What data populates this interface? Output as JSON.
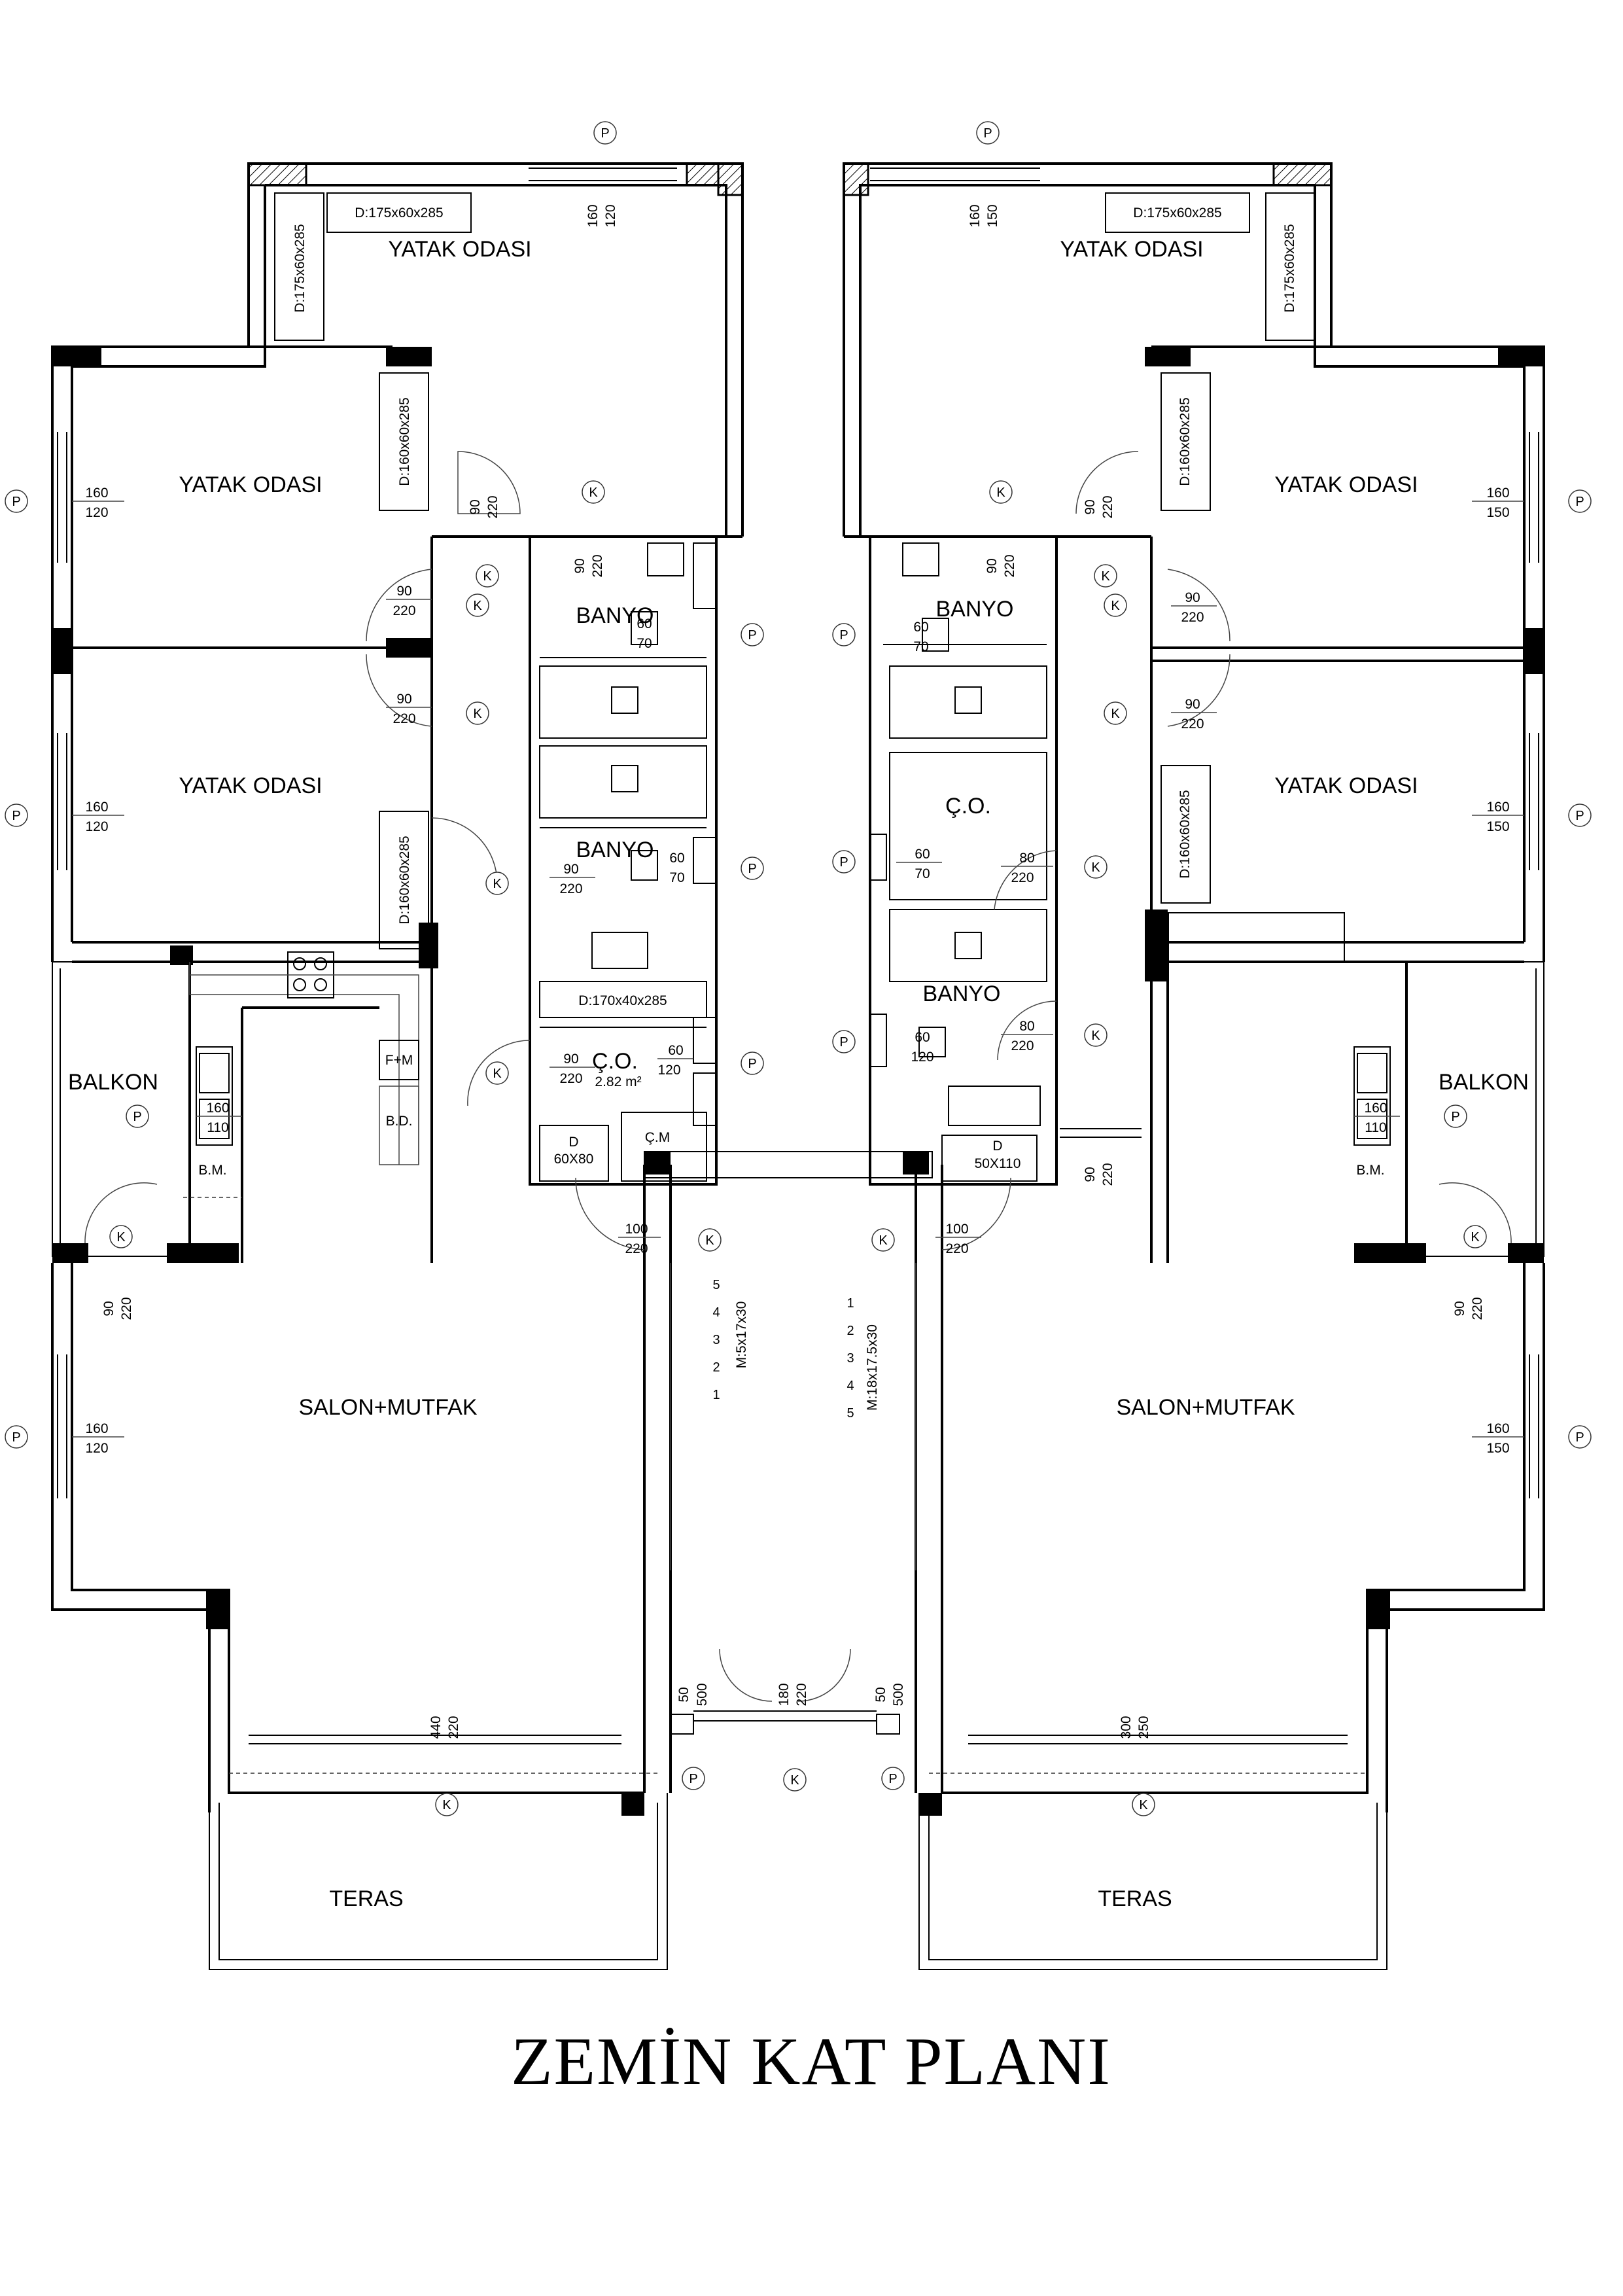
{
  "title": "ZEMİN KAT PLANI",
  "rooms": {
    "left_top_bed": "YATAK ODASI",
    "left_bed_1": "YATAK ODASI",
    "left_bed_2": "YATAK ODASI",
    "left_balcony": "BALKON",
    "left_living": "SALON+MUTFAK",
    "left_terrace": "TERAS",
    "left_bath_1": "BANYO",
    "left_bath_2": "BANYO",
    "left_wc": "Ç.O.",
    "right_top_bed": "YATAK ODASI",
    "right_bed_1": "YATAK ODASI",
    "right_bed_2": "YATAK ODASI",
    "right_balcony": "BALKON",
    "right_living": "SALON+MUTFAK",
    "right_terrace": "TERAS",
    "right_bath_1": "BANYO",
    "right_bath_2": "BANYO",
    "right_wc": "Ç.O."
  },
  "notes": {
    "wardrobe_175_h": "D:175x60x285",
    "wardrobe_175_v": "D:175x60x285",
    "wardrobe_160": "D:160x60x285",
    "wardrobe_170": "D:170x40x285",
    "area": "2.82 m²",
    "fm": "F+M",
    "bd": "B.D.",
    "bm": "B.M.",
    "cm": "Ç.M",
    "d_label": "D",
    "d_60x80": "60X80",
    "d_50x110": "50X110",
    "stair_left": "M:5x17x30",
    "stair_right": "M:18x17.5x30"
  },
  "markers": {
    "window": "P",
    "door": "K"
  },
  "dims": {
    "d160": "160",
    "d150": "150",
    "d120": "120",
    "d110": "110",
    "d90": "90",
    "d220": "220",
    "d60": "60",
    "d70": "70",
    "d80": "80",
    "d100": "100",
    "d50": "50",
    "d500": "500",
    "d180": "180",
    "d440": "440",
    "d300": "300",
    "d250": "250"
  },
  "steps": {
    "s1": "1",
    "s2": "2",
    "s3": "3",
    "s4": "4",
    "s5": "5"
  }
}
